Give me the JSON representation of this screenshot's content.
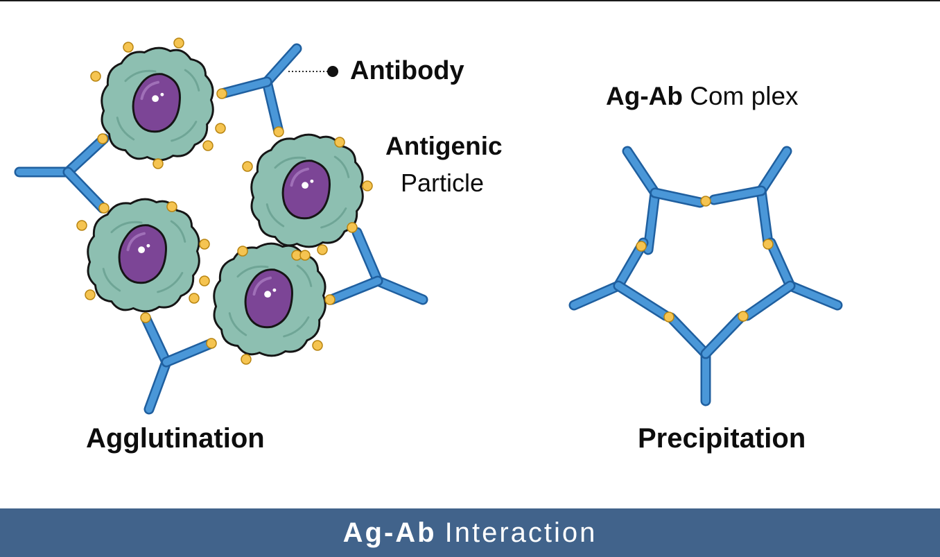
{
  "labels": {
    "antibody": "Antibody",
    "antigenic": "Antigenic",
    "particle": "Particle",
    "agglutination": "Agglutination",
    "complex_bold": "Ag-Ab",
    "complex_rest": "Com plex",
    "precipitation": "Precipitation"
  },
  "footer": {
    "title_bold": "Ag-Ab",
    "title_rest": "Interaction"
  },
  "colors": {
    "antibody": "#4a97d8",
    "antibody_stroke": "#1f5f9f",
    "antigen": "#f5c451",
    "cell": "#8dbfb1",
    "nucleus": "#7c4596",
    "footer": "#41638b"
  }
}
